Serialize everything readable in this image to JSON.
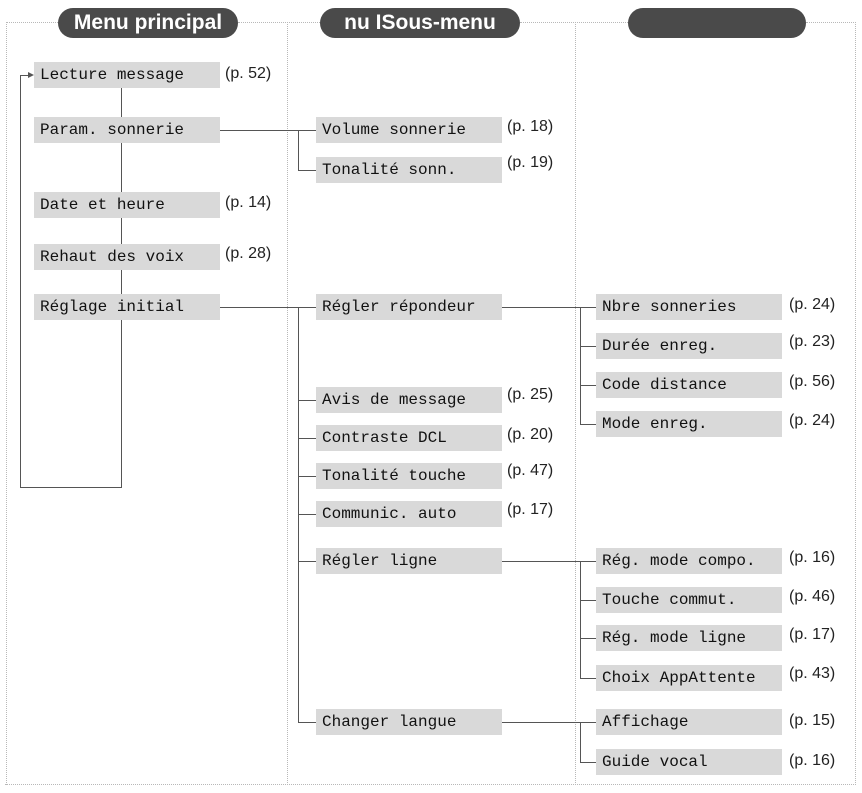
{
  "headers": {
    "main": "Menu principal",
    "sub": "nu ISous-menu",
    "third": ""
  },
  "main_menu": [
    {
      "label": "Lecture message",
      "page": "(p. 52)"
    },
    {
      "label": "Param. sonnerie",
      "page": ""
    },
    {
      "label": "Date et heure",
      "page": "(p. 14)"
    },
    {
      "label": "Rehaut des voix",
      "page": "(p. 28)"
    },
    {
      "label": "Réglage initial",
      "page": ""
    }
  ],
  "sub_sonnerie": [
    {
      "label": "Volume sonnerie",
      "page": "(p. 18)"
    },
    {
      "label": "Tonalité sonn.",
      "page": "(p. 19)"
    }
  ],
  "sub_initial": [
    {
      "label": "Régler répondeur",
      "page": ""
    },
    {
      "label": "Avis de message",
      "page": "(p. 25)"
    },
    {
      "label": "Contraste DCL",
      "page": "(p. 20)"
    },
    {
      "label": "Tonalité touche",
      "page": "(p. 47)"
    },
    {
      "label": "Communic. auto",
      "page": "(p. 17)"
    },
    {
      "label": "Régler ligne",
      "page": ""
    },
    {
      "label": "Changer langue",
      "page": ""
    }
  ],
  "third_repondeur": [
    {
      "label": "Nbre sonneries",
      "page": "(p. 24)"
    },
    {
      "label": "Durée enreg.",
      "page": "(p. 23)"
    },
    {
      "label": "Code distance",
      "page": "(p. 56)"
    },
    {
      "label": "Mode enreg.",
      "page": "(p. 24)"
    }
  ],
  "third_ligne": [
    {
      "label": "Rég. mode compo.",
      "page": "(p. 16)"
    },
    {
      "label": "Touche commut.",
      "page": "(p. 46)"
    },
    {
      "label": "Rég. mode ligne",
      "page": "(p. 17)"
    },
    {
      "label": "Choix AppAttente",
      "page": "(p. 43)"
    }
  ],
  "third_langue": [
    {
      "label": "Affichage",
      "page": "(p. 15)"
    },
    {
      "label": "Guide vocal",
      "page": "(p. 16)"
    }
  ],
  "colors": {
    "header_bg": "#4a4a4a",
    "item_bg": "#d9d9d9",
    "line": "#555555"
  }
}
